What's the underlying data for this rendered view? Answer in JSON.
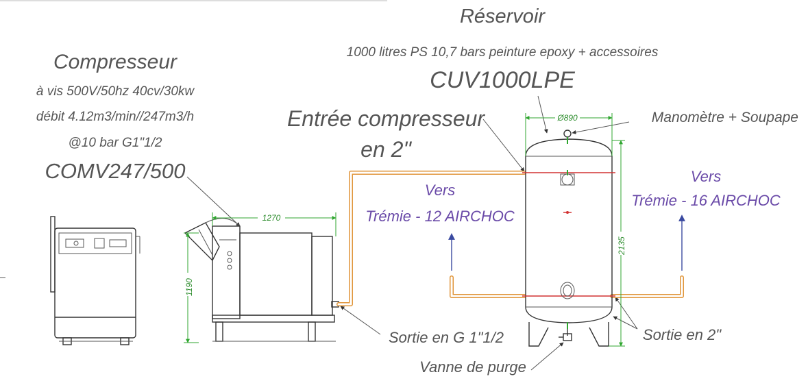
{
  "reservoir": {
    "title": "Réservoir",
    "description": "1000  litres PS 10,7 bars peinture epoxy + accessoires",
    "model": "CUV1000LPE",
    "diameter_label": "Ø890",
    "height_label": "2135"
  },
  "compressor": {
    "title": "Compresseur",
    "line1": "à vis 500V/50hz 40cv/30kw",
    "line2": "débit 4.12m3/min//247m3/h",
    "line3": "@10 bar G1\"1/2",
    "model": "COMV247/500",
    "width_label": "1270",
    "height_label": "1190"
  },
  "labels": {
    "inlet_line1": "Entrée compresseur",
    "inlet_line2": "en 2\"",
    "manometer": "Manomètre + Soupape",
    "outlet_left": "Sortie en G 1\"1/2",
    "outlet_right": "Sortie en 2\"",
    "drain_valve": "Vanne de purge",
    "to_hopper_left_1": "Vers",
    "to_hopper_left_2": "Trémie - 12 AIRCHOC",
    "to_hopper_right_1": "Vers",
    "to_hopper_right_2": "Trémie - 16 AIRCHOC"
  },
  "colors": {
    "pipe": "#e0953a",
    "dimension": "#2fa62f",
    "flow_arrow": "#6a4aa8",
    "flange": "#d23232"
  }
}
